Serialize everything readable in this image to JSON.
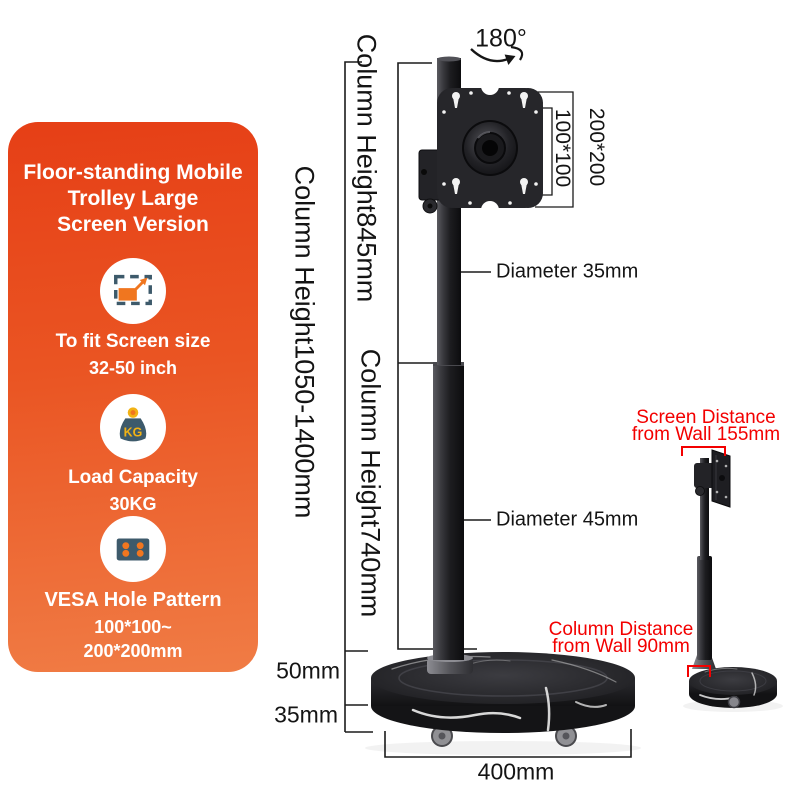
{
  "panel": {
    "title_lines": [
      "Floor-standing Mobile",
      "Trolley Large",
      "Screen Version"
    ],
    "features": [
      {
        "name": "screen-size",
        "lines": [
          "To fit Screen size",
          "32-50 inch"
        ]
      },
      {
        "name": "load-capacity",
        "icon_text": "KG",
        "lines": [
          "Load Capacity",
          "30KG"
        ]
      },
      {
        "name": "vesa-pattern",
        "lines": [
          "VESA Hole Pattern",
          "100*100~",
          "200*200mm"
        ]
      }
    ],
    "colors": {
      "bg_top": "#e63f16",
      "bg_bottom": "#f07c45",
      "icon_slate": "#3d5a6b",
      "icon_orange": "#f0761f",
      "icon_gold": "#f2b214"
    }
  },
  "annotations": {
    "rotation": "180°",
    "vesa_inner": "100*100",
    "vesa_outer": "200*200",
    "column_height_total": "Column Height1050-1400mm",
    "column_height_upper": "Column Height845mm",
    "column_height_lower": "Column Height740mm",
    "diameter_upper": "Diameter 35mm",
    "diameter_lower": "Diameter 45mm",
    "collar_height": "50mm",
    "base_thickness": "35mm",
    "base_diameter": "400mm"
  },
  "side_view": {
    "screen_distance": [
      "Screen Distance",
      "from Wall 155mm"
    ],
    "column_distance": [
      "Column Distance",
      "from Wall 90mm"
    ],
    "color": "#f30000"
  }
}
